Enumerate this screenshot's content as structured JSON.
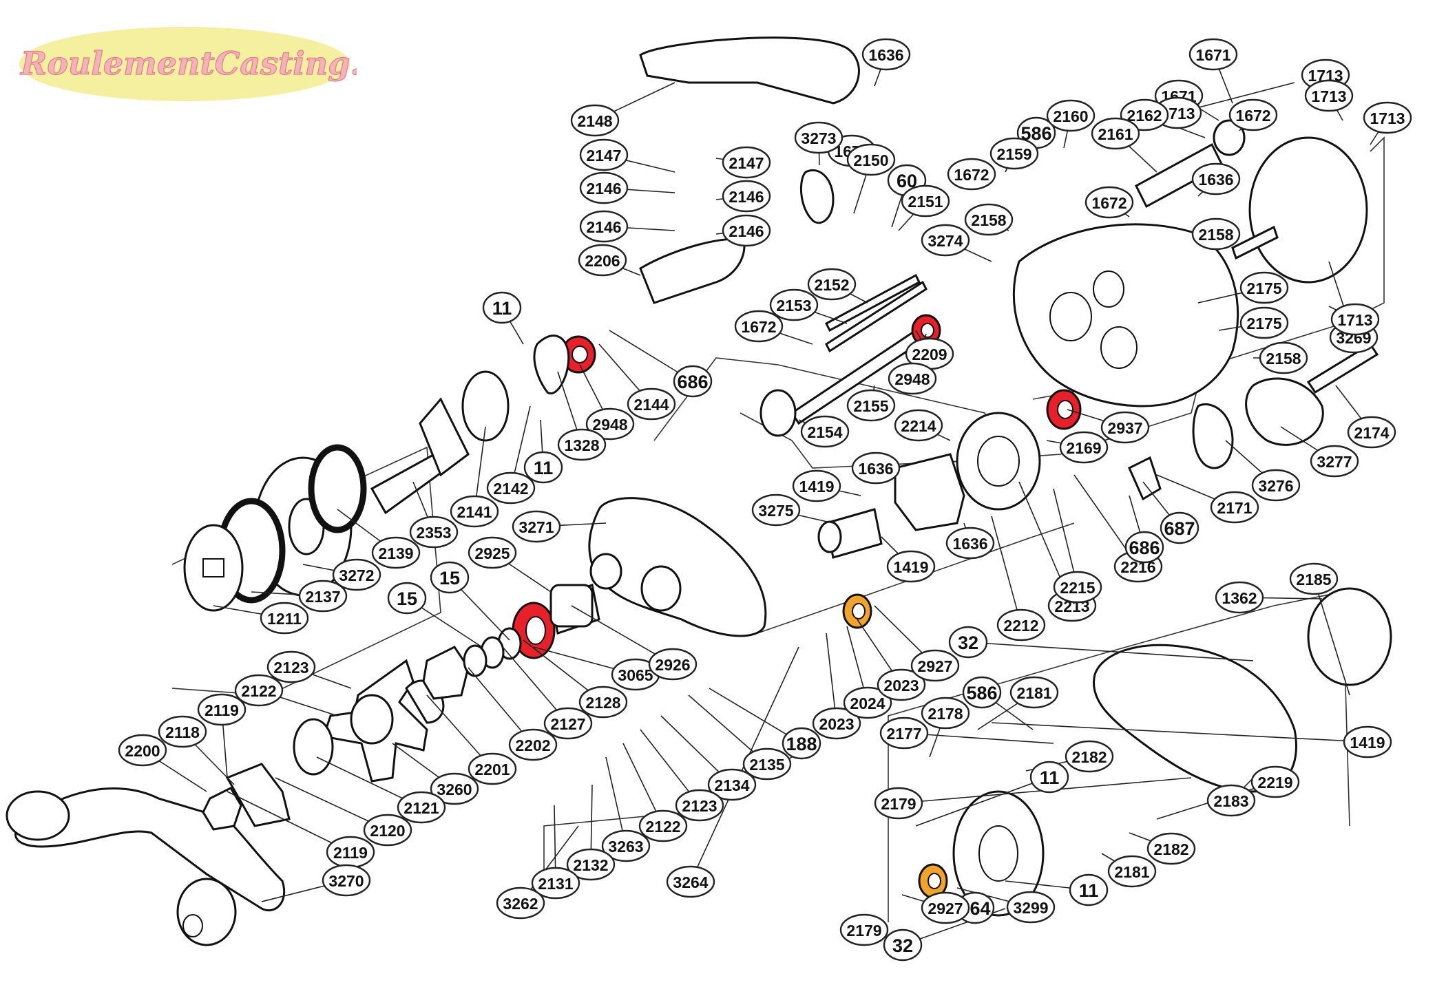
{
  "logo": {
    "text": "RoulementCasting.com",
    "ellipse_color": "#f5f0a0",
    "text_color": "#f3b3b8"
  },
  "colors": {
    "bearing_red": "#e8202a",
    "bearing_orange": "#f2a42a",
    "line": "#111111"
  },
  "part_labels": [
    "1636",
    "1672",
    "1671",
    "1671",
    "1672",
    "1713",
    "1713",
    "1713",
    "1713",
    "2148",
    "2147",
    "2147",
    "2146",
    "2146",
    "2146",
    "2146",
    "2206",
    "3273",
    "2150",
    "60",
    "2151",
    "586",
    "2160",
    "2159",
    "1672",
    "2162",
    "2161",
    "1636",
    "1672",
    "2158",
    "2158",
    "3274",
    "2175",
    "2175",
    "3269",
    "1713",
    "2158",
    "2152",
    "2153",
    "1672",
    "2209",
    "2948",
    "2155",
    "2154",
    "2937",
    "2169",
    "2214",
    "1636",
    "1419",
    "3275",
    "1636",
    "1419",
    "2212",
    "2213",
    "2215",
    "2216",
    "686",
    "687",
    "2171",
    "3276",
    "3277",
    "2174",
    "11",
    "686",
    "2144",
    "2948",
    "1328",
    "11",
    "2142",
    "2141",
    "2139",
    "2353",
    "3272",
    "2137",
    "1211",
    "3271",
    "2925",
    "15",
    "15",
    "3065",
    "2926",
    "2128",
    "2127",
    "2202",
    "2201",
    "3260",
    "2121",
    "2120",
    "2119",
    "2119",
    "2118",
    "2122",
    "2123",
    "2200",
    "3270",
    "188",
    "2135",
    "2134",
    "2123",
    "2122",
    "3263",
    "2132",
    "2131",
    "3262",
    "3264",
    "2023",
    "2024",
    "2023",
    "2927",
    "32",
    "1362",
    "2185",
    "1419",
    "586",
    "2181",
    "2178",
    "2177",
    "2182",
    "11",
    "2179",
    "2183",
    "2219",
    "2182",
    "2181",
    "11",
    "3299",
    "664",
    "2927",
    "32",
    "2179"
  ]
}
